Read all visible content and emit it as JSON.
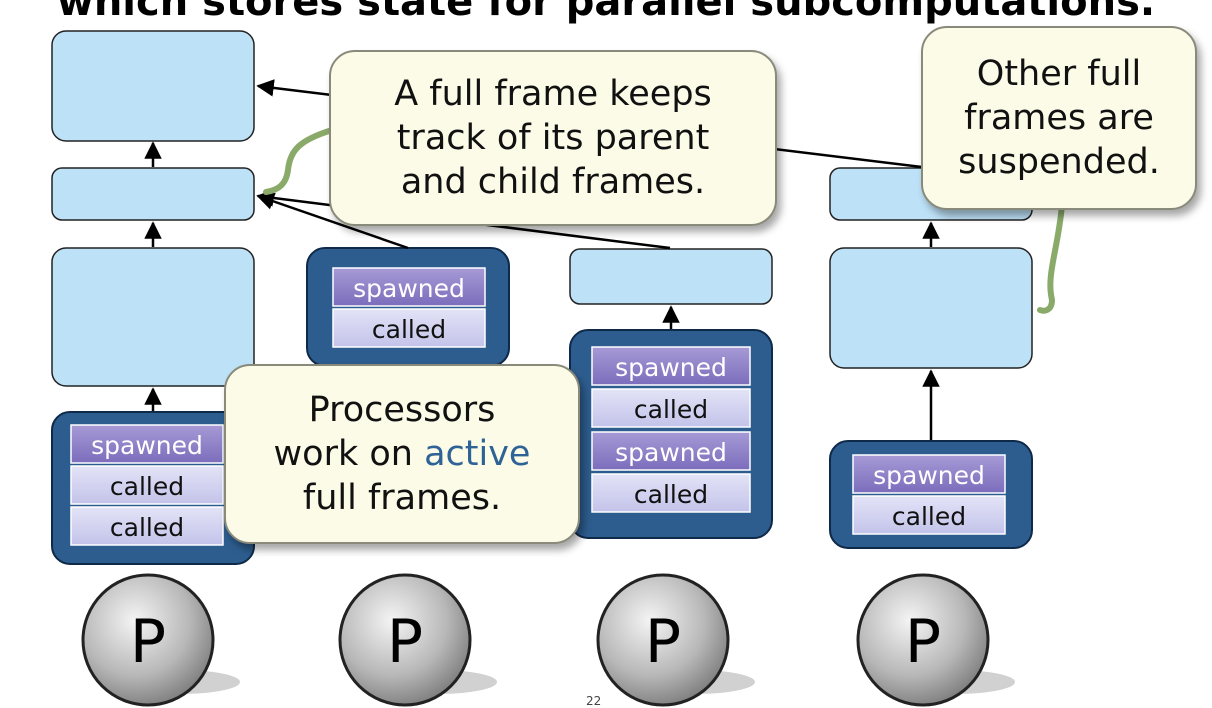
{
  "title": "which stores state for parallel subcomputations.",
  "labels": {
    "spawned": "spawned",
    "called": "called",
    "processor": "P"
  },
  "callouts": {
    "full_frame": [
      "A full frame keeps",
      "track of its parent",
      "and child frames."
    ],
    "suspended": [
      "Other full",
      "frames are",
      "suspended."
    ],
    "processors": {
      "line1": "Processors",
      "line2_prefix": "work on ",
      "line2_accent": "active",
      "line3": "full frames."
    }
  },
  "page_number": "22",
  "colors": {
    "frame_fill": "#bde1f7",
    "stack_fill": "#2d5d8f",
    "entry_fill": "#c7c7ea",
    "spawned_fill": "#8d7fc7",
    "callout_fill": "#fbfbe8",
    "callout_stem": "#8aaa6a",
    "accent_text": "#2f6396"
  }
}
